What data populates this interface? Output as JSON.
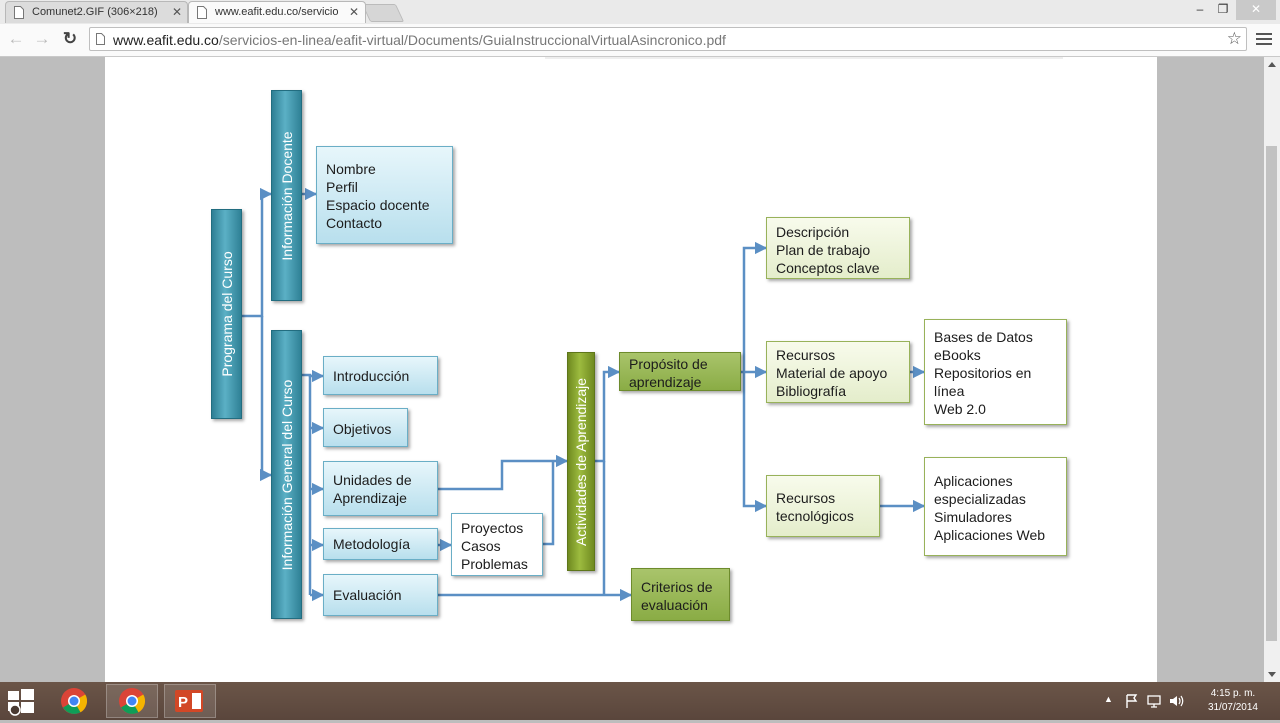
{
  "browser": {
    "tabs": [
      {
        "title": "Comunet2.GIF (306×218)",
        "active": false
      },
      {
        "title": "www.eafit.edu.co/servicio",
        "active": true
      }
    ],
    "url_host": "www.eafit.edu.co",
    "url_path": "/servicios-en-linea/eafit-virtual/Documents/GuiaInstruccionalVirtualAsincronico.pdf",
    "window_controls": {
      "minimize": "‒",
      "restore": "❐",
      "close": "✕"
    },
    "nav": {
      "back": "←",
      "forward": "→",
      "reload": "↻"
    },
    "tab_close_glyph": "✕",
    "star_glyph": "☆"
  },
  "diagram": {
    "programa": "Programa del Curso",
    "info_docente": "Información Docente",
    "docente_items": [
      "Nombre",
      "Perfil",
      "Espacio docente",
      "Contacto"
    ],
    "info_general": "Información General del Curso",
    "introduccion": "Introducción",
    "objetivos": "Objetivos",
    "unidades": [
      "Unidades de",
      "Aprendizaje"
    ],
    "metodologia": "Metodología",
    "metodologia_items": [
      "Proyectos",
      "Casos",
      "Problemas"
    ],
    "evaluacion": "Evaluación",
    "actividades": "Actividades de Aprendizaje",
    "proposito": [
      "Propósito de",
      "aprendizaje"
    ],
    "criterios": [
      "Criterios de",
      "evaluación"
    ],
    "descripcion_items": [
      "Descripción",
      "Plan de trabajo",
      "Conceptos clave"
    ],
    "recursos_items": [
      "Recursos",
      "Material de apoyo",
      "Bibliografía"
    ],
    "bases_items": [
      "Bases de Datos",
      "eBooks",
      "Repositorios en",
      "línea",
      "Web 2.0"
    ],
    "tecnologicos": [
      "Recursos",
      "tecnológicos"
    ],
    "aplicaciones_items": [
      "Aplicaciones",
      "especializadas",
      "Simuladores",
      "Aplicaciones Web"
    ]
  },
  "taskbar": {
    "time": "4:15 p. m.",
    "date": "31/07/2014",
    "tray_arrow": "▲",
    "apps": [
      "start-button",
      "chrome",
      "chrome",
      "powerpoint"
    ]
  },
  "colors": {
    "teal": "#3a95ab",
    "olive": "#86a52f",
    "connector": "#5b8fc4"
  }
}
